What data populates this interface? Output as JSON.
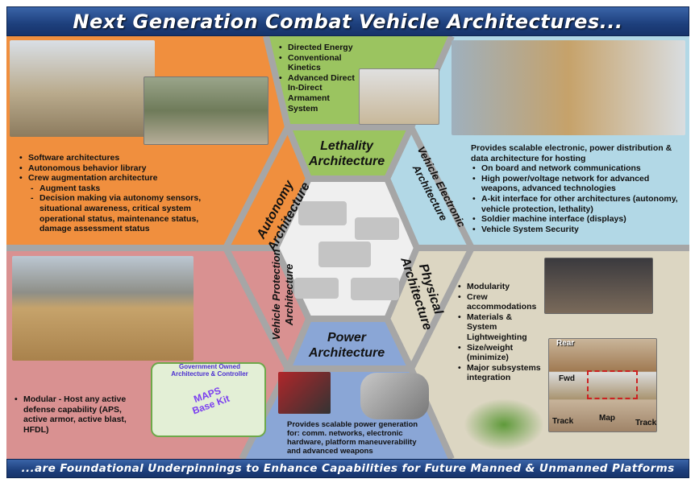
{
  "title": "Next Generation Combat Vehicle Architectures...",
  "footer": "...are Foundational Underpinnings to Enhance Capabilities for Future Manned & Unmanned Platforms",
  "colors": {
    "orange": "#f08f3e",
    "green": "#9bc460",
    "light_blue": "#b2d8e6",
    "pink": "#d99191",
    "blue": "#8aa6d6",
    "beige": "#dcd6c2",
    "ring": "#a6a6a6",
    "title_bar": "#1d3f7c"
  },
  "segments": {
    "lethality": "Lethality\nArchitecture",
    "vehicle_electronic": "Vehicle Electronic\nArchitecture",
    "physical": "Physical\nArchitecture",
    "power": "Power\nArchitecture",
    "vehicle_protection": "Vehicle Protection\nArchitecture",
    "autonomy": "Autonomy\nArchitecture"
  },
  "lethality_panel": {
    "items": [
      "Directed Energy",
      "Conventional Kinetics",
      "Advanced Direct In-Direct Armament System"
    ]
  },
  "autonomy_panel": {
    "items": [
      "Software architectures",
      "Autonomous behavior library",
      "Crew augmentation architecture"
    ],
    "subitems": [
      "Augment tasks",
      "Decision making via autonomy sensors, situational awareness, critical system operational status, maintenance status, damage assessment status"
    ]
  },
  "electronic_panel": {
    "intro": "Provides scalable electronic, power distribution & data architecture for hosting",
    "items": [
      "On board and network communications",
      "High power/voltage network for advanced weapons, advanced technologies",
      "A-kit interface for other architectures (autonomy, vehicle protection, lethality)",
      "Soldier machine interface (displays)",
      "Vehicle System Security"
    ]
  },
  "physical_panel": {
    "items": [
      "Modularity",
      "Crew accommodations",
      "Materials & System Lightweighting",
      "Size/weight (minimize)",
      "Major subsystems integration"
    ],
    "photo_labels": {
      "rear": "Rear",
      "fwd": "Fwd",
      "track_left": "Track",
      "map": "Map",
      "track_right": "Track"
    }
  },
  "power_panel": {
    "text": "Provides scalable power generation for: comm. networks, electronic hardware, platform maneuverability and advanced weapons"
  },
  "protection_panel": {
    "items": [
      "Modular - Host any active defense capability (APS, active armor, active blast, HFDL)"
    ],
    "kit_caption": "Government Owned Architecture & Controller",
    "kit_name": "MAPS Base Kit"
  }
}
